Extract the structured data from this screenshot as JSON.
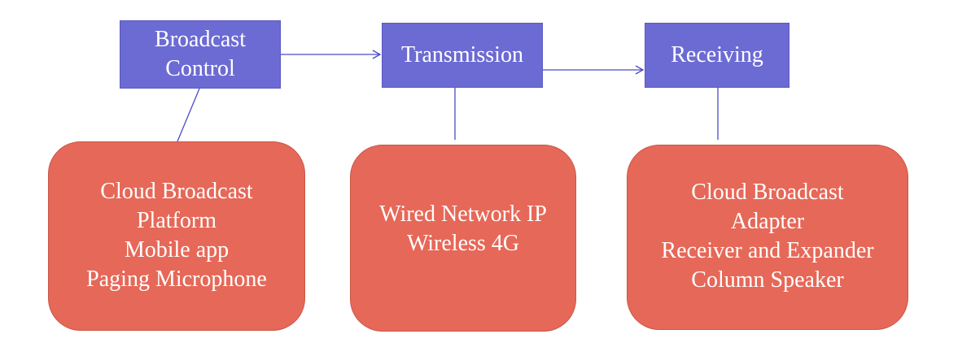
{
  "stages": [
    {
      "label": "Broadcast\nControl",
      "details": [
        "Cloud Broadcast",
        "Platform",
        "Mobile app",
        "Paging Microphone"
      ]
    },
    {
      "label": "Transmission",
      "details": [
        "Wired Network IP",
        "Wireless 4G"
      ]
    },
    {
      "label": "Receiving",
      "details": [
        "Cloud Broadcast",
        "Adapter",
        "Receiver and Expander",
        "Column Speaker"
      ]
    }
  ],
  "colors": {
    "stage_fill": "#6c6bd3",
    "detail_fill": "#e66858",
    "connector": "#4a4ac6",
    "text": "#ffffff"
  }
}
